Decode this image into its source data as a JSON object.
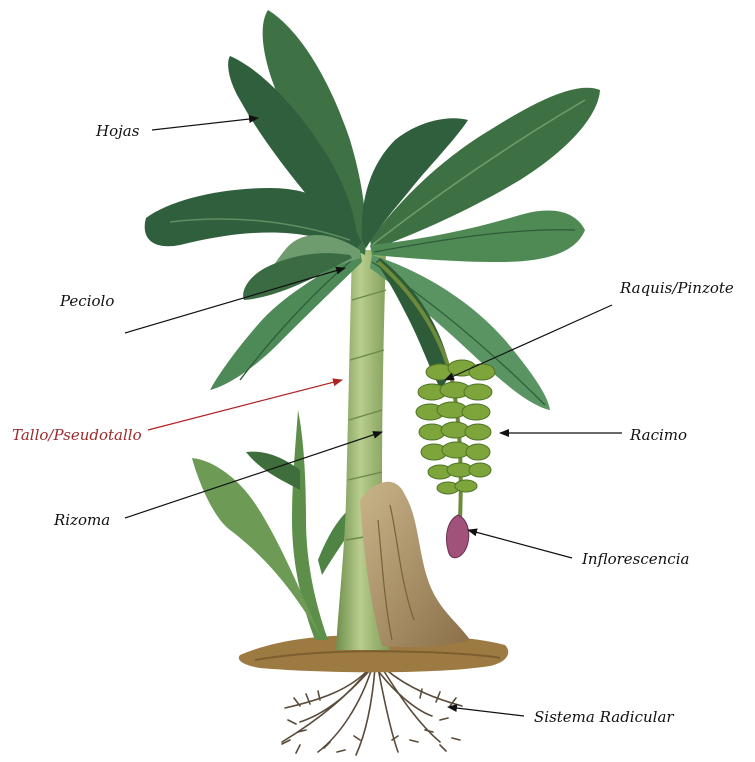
{
  "labels": {
    "hojas": "Hojas",
    "peciolo": "Peciolo",
    "tallo": "Tallo/Pseudotallo",
    "rizoma": "Rizoma",
    "raquis": "Raquis/Pinzote",
    "racimo": "Racimo",
    "inflorescencia": "Inflorescencia",
    "sistema_radicular": "Sistema Radicular"
  },
  "colors": {
    "label_text": "#111111",
    "highlight_label": "#9b2a2a",
    "arrow": "#111111",
    "highlight_arrow": "#b02323",
    "leaf_dark": "#2f5f3c",
    "leaf_mid": "#4e8a58",
    "leaf_light": "#7fae7a",
    "stem": "#8fae6a",
    "stem_light": "#b9cd8e",
    "husk": "#b59a6e",
    "soil": "#9c7a42",
    "roots": "#5a4b3a",
    "banana": "#7da53c",
    "bud": "#a0527a"
  }
}
